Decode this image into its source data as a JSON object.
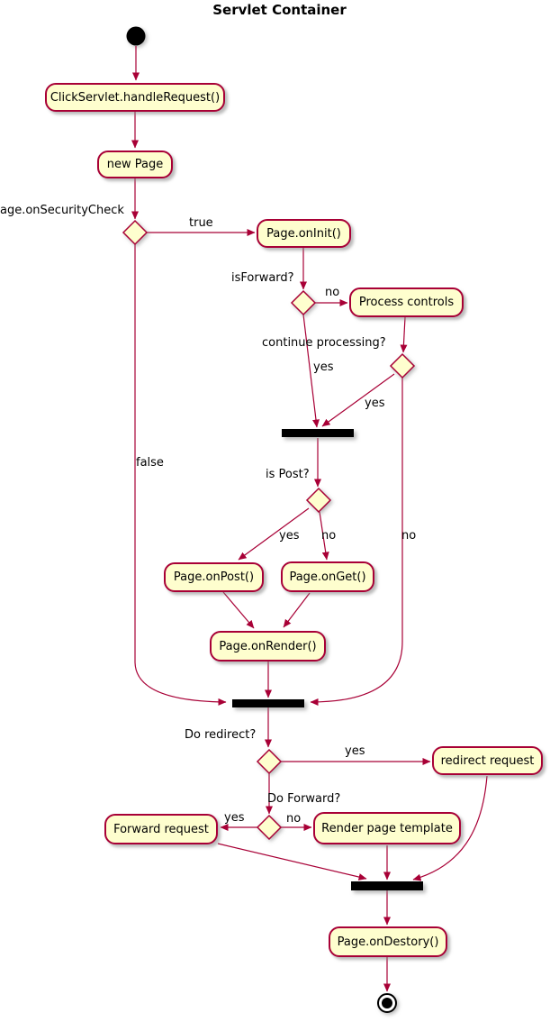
{
  "title": "Servlet Container",
  "colors": {
    "node_fill": "#FEFECE",
    "edge": "#A80036",
    "sync_bar": "#000000",
    "text": "#000000",
    "background": "#ffffff"
  },
  "nodes": {
    "handle_request": "ClickServlet.handleRequest()",
    "new_page": "new Page",
    "on_init": "Page.onInit()",
    "process_controls": "Process controls",
    "on_post": "Page.onPost()",
    "on_get": "Page.onGet()",
    "on_render": "Page.onRender()",
    "redirect_request": "redirect request",
    "forward_request": "Forward request",
    "render_template": "Render page template",
    "on_destroy": "Page.onDestory()"
  },
  "labels": {
    "security_check": "age.onSecurityCheck",
    "true_branch": "true",
    "false_branch": "false",
    "is_forward": "isForward?",
    "no_forward": "no",
    "continue_processing": "continue processing?",
    "yes_continue": "yes",
    "yes_diag": "yes",
    "no_right": "no",
    "is_post": "is Post?",
    "yes_post": "yes",
    "no_get": "no",
    "do_redirect": "Do redirect?",
    "yes_redirect": "yes",
    "do_forward": "Do Forward?",
    "yes_forward": "yes",
    "no_render": "no"
  }
}
